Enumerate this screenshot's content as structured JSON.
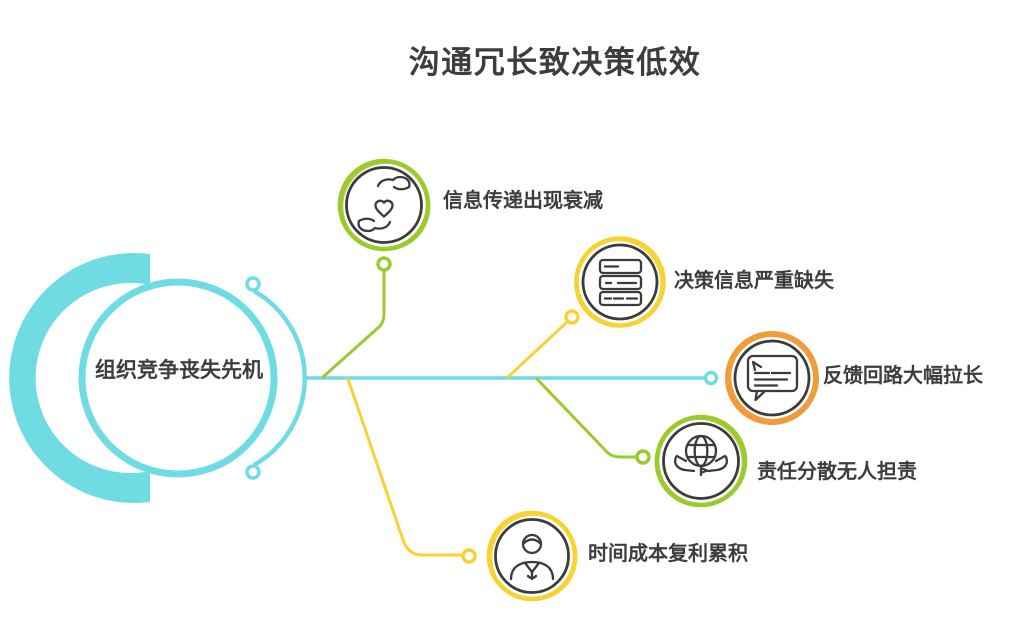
{
  "title": "沟通冗长致决策低效",
  "center": {
    "label": "组织竞争丧失先机"
  },
  "colors": {
    "cyan": "#6FDCE3",
    "green": "#9CC92C",
    "yellow": "#F8D231",
    "orange": "#F09C3B",
    "dark": "#3B3B3B",
    "text": "#3D3D3D"
  },
  "nodes": [
    {
      "label": "信息传递出现衰减",
      "icon": "hands-heart-icon",
      "ring_color": "green"
    },
    {
      "label": "决策信息严重缺失",
      "icon": "document-stack-icon",
      "ring_color": "yellow"
    },
    {
      "label": "反馈回路大幅拉长",
      "icon": "speech-bubble-icon",
      "ring_color": "orange"
    },
    {
      "label": "责任分散无人担责",
      "icon": "globe-hands-icon",
      "ring_color": "green"
    },
    {
      "label": "时间成本复利累积",
      "icon": "person-icon",
      "ring_color": "yellow"
    }
  ]
}
